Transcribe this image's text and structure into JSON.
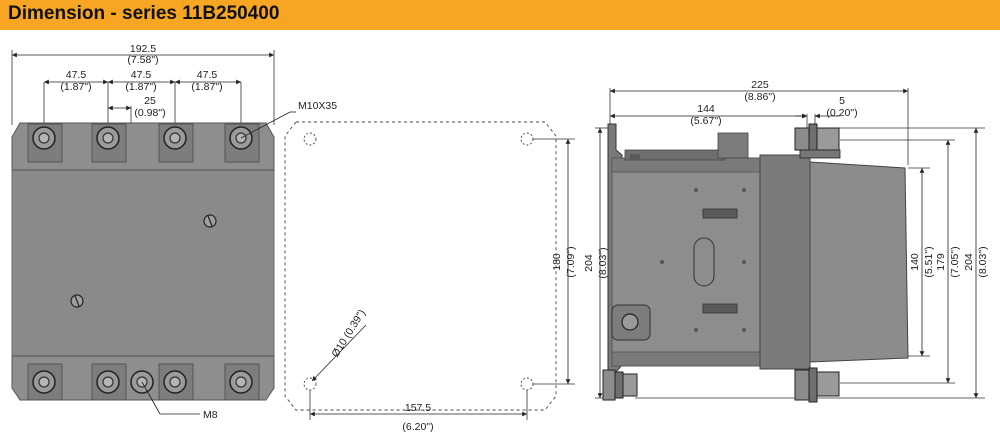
{
  "header": {
    "title": "Dimension - series 11B250400"
  },
  "front_view": {
    "overall_width": {
      "mm": "192.5",
      "in": "(7.58\")"
    },
    "pole_spacing": [
      {
        "mm": "47.5",
        "in": "(1.87\")"
      },
      {
        "mm": "47.5",
        "in": "(1.87\")"
      },
      {
        "mm": "47.5",
        "in": "(1.87\")"
      }
    ],
    "inner_spacing": {
      "mm": "25",
      "in": "(0.98\")"
    },
    "top_bolt_label": "M10X35",
    "bottom_bolt_label": "M8"
  },
  "drilling_template": {
    "hole_spacing_h": {
      "mm": "157.5",
      "in": "(6.20\")"
    },
    "hole_spacing_v": {
      "mm": "180",
      "in": "(7.09\")"
    },
    "hole_diameter": "Ø10 (0.39\")"
  },
  "side_view": {
    "overall_depth": {
      "mm": "225",
      "in": "(8.86\")"
    },
    "mount_depth": {
      "mm": "144",
      "in": "(5.67\")"
    },
    "offset": {
      "mm": "5",
      "in": "(0.20\")"
    },
    "height_left": {
      "mm": "204",
      "in": "(8.03\")"
    },
    "height_140": {
      "mm": "140",
      "in": "(5.51\")"
    },
    "height_179": {
      "mm": "179",
      "in": "(7.05\")"
    },
    "height_right": {
      "mm": "204",
      "in": "(8.03\")"
    }
  },
  "colors": {
    "header": "#f6a623",
    "body": "#8a8a8a",
    "body_dark": "#6b6b6b",
    "line": "#222222"
  }
}
